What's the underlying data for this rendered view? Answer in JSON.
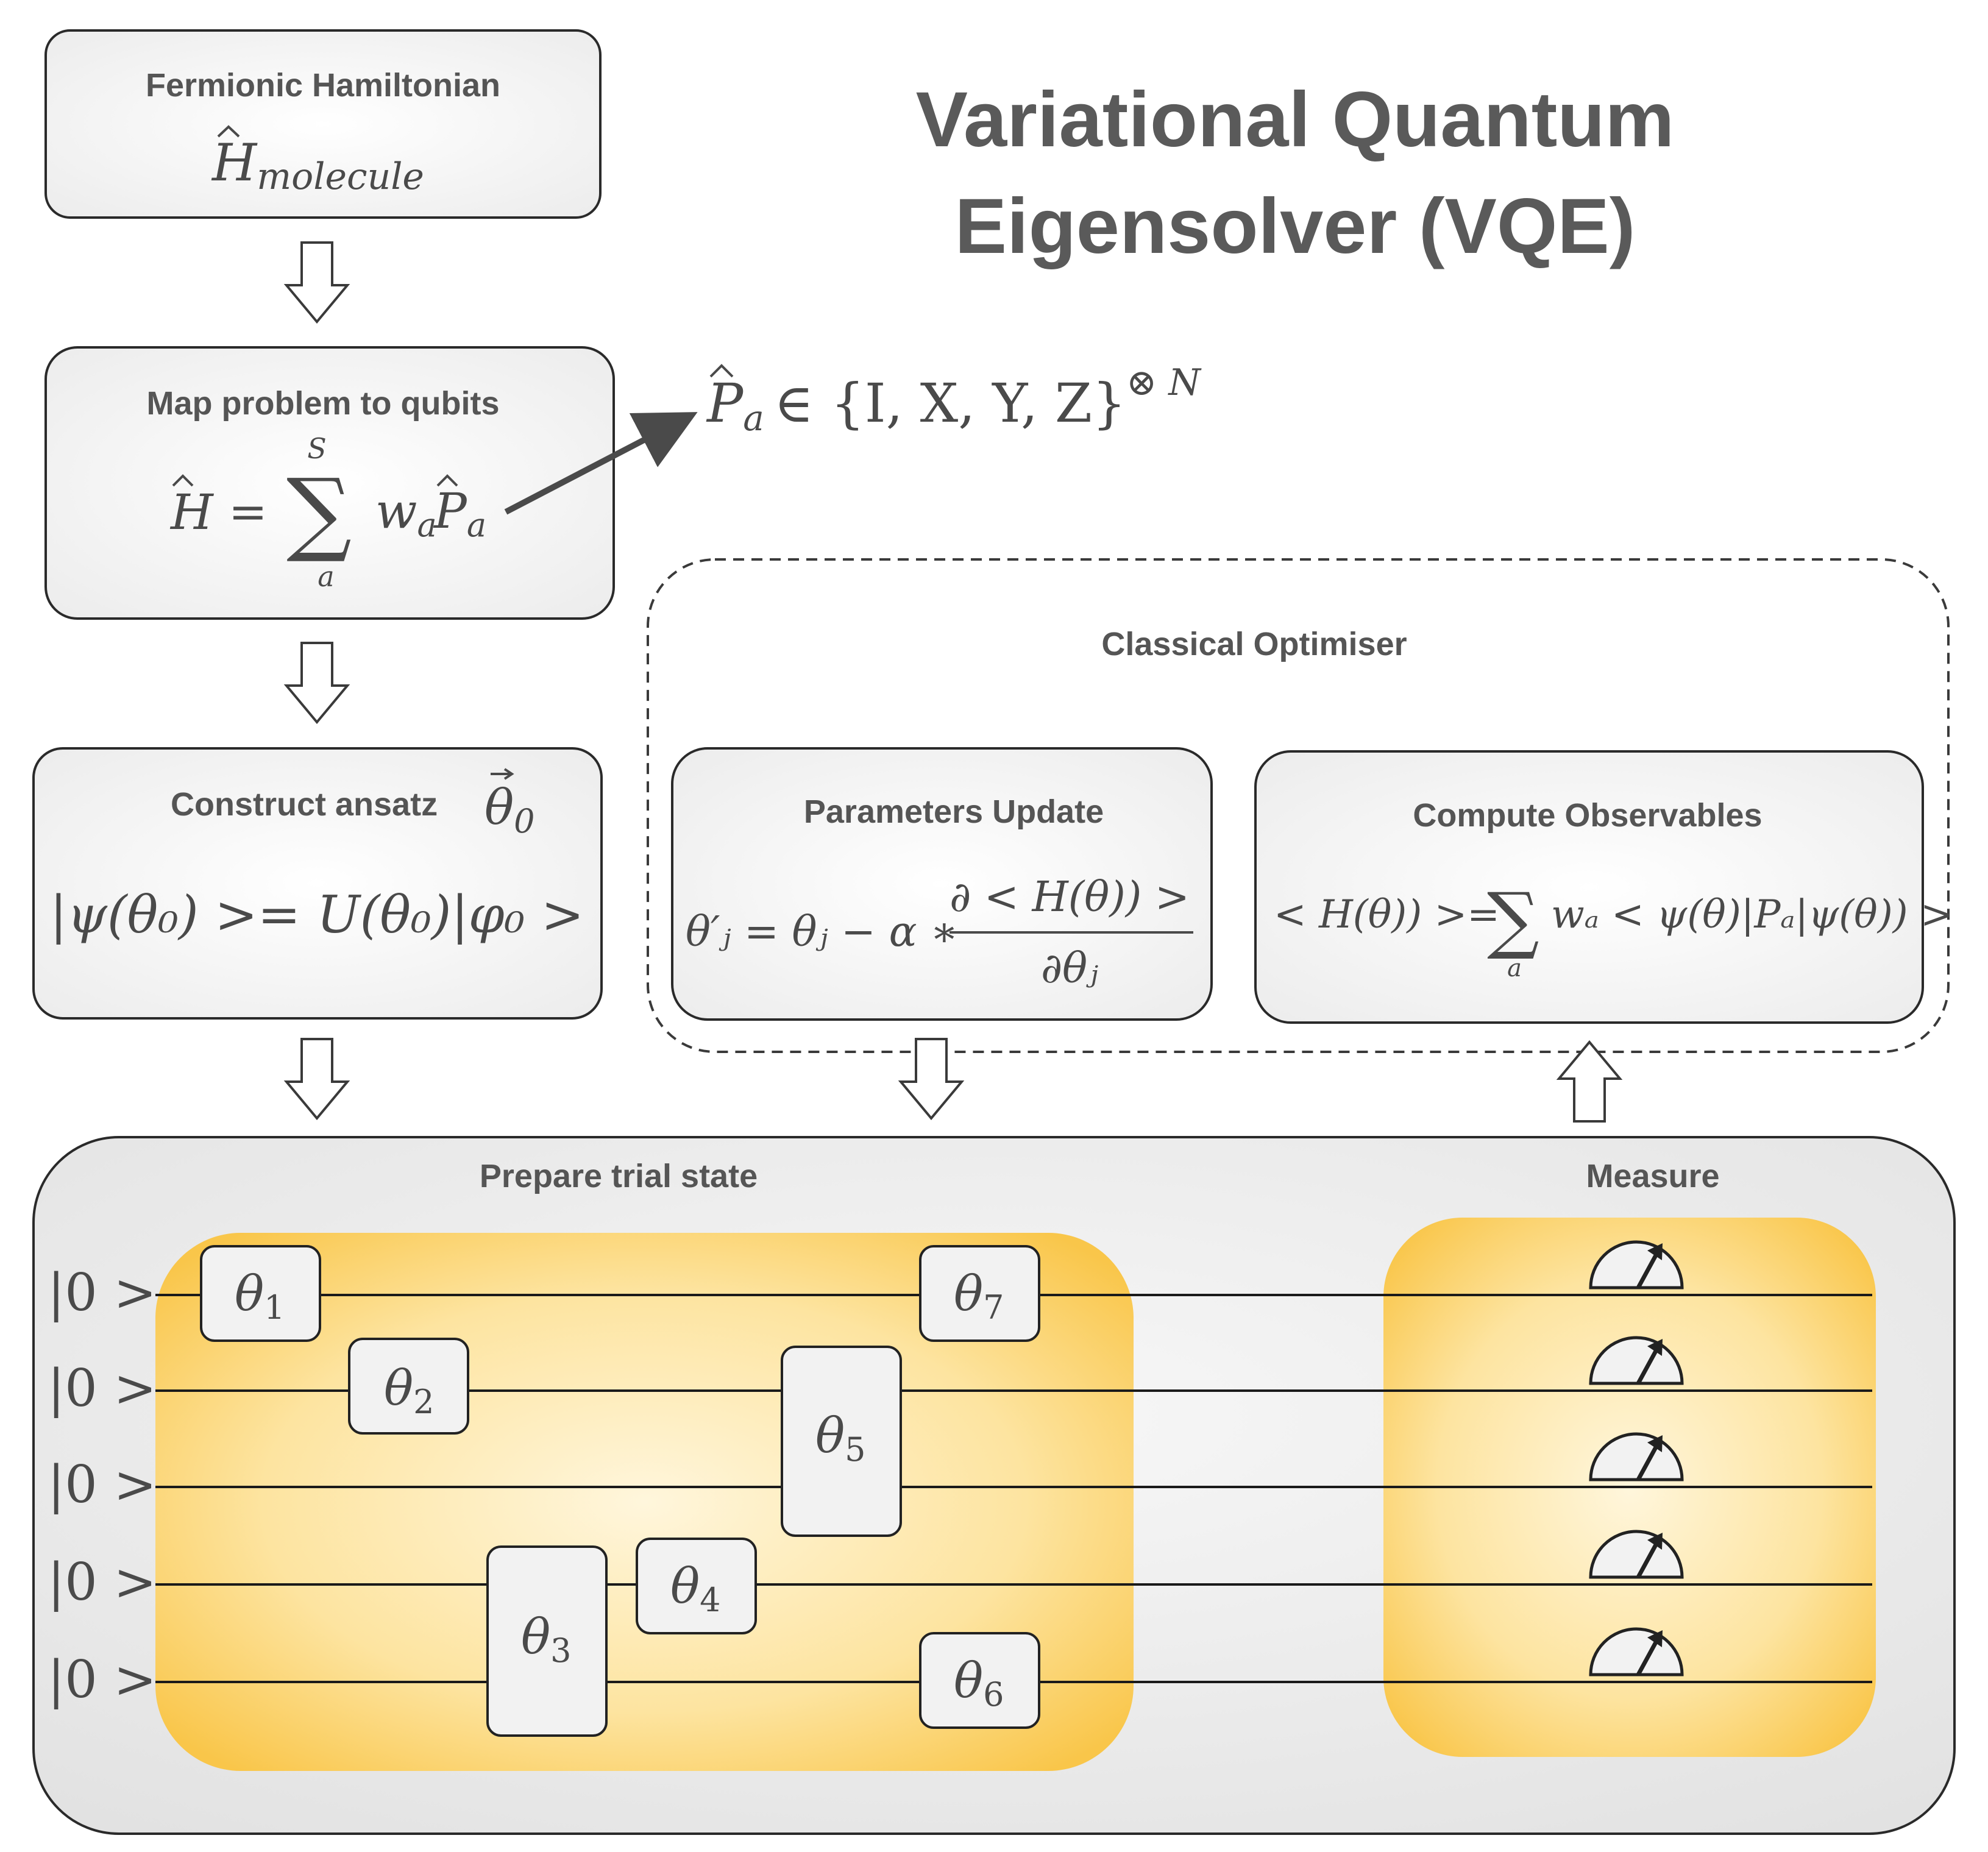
{
  "title": {
    "line1": "Variational Quantum",
    "line2": "Eigensolver (VQE)"
  },
  "boxes": {
    "fermionic": {
      "label": "Fermionic Hamiltonian",
      "formula_H": "H",
      "formula_sub": "molecule"
    },
    "map": {
      "label": "Map problem to qubits",
      "formula_H": "H",
      "eq": "=",
      "sum_top": "S",
      "sum_bottom": "a",
      "w": "w",
      "w_sub": "a",
      "P": "P",
      "P_sub": "a"
    },
    "ansatz": {
      "label": "Construct ansatz",
      "theta": "θ",
      "theta_sub": "0",
      "formula": "|ψ(θ₀) >= U(θ₀)|φ₀ >"
    },
    "params": {
      "label": "Parameters Update",
      "lhs": "θ′ⱼ = θⱼ − α ∗",
      "numerator": "∂ < H(θ)) >",
      "denominator": "∂θⱼ"
    },
    "observables": {
      "label": "Compute Observables",
      "lhs": "< H(θ)) >=",
      "sum_bottom": "a",
      "rhs": "wₐ < ψ(θ)|Pₐ|ψ(θ)) >"
    }
  },
  "pauli": {
    "P": "P",
    "P_sub": "a",
    "set": "∈ {I, X, Y, Z}",
    "exp": "⊗ N"
  },
  "optimiser": {
    "label": "Classical Optimiser"
  },
  "circuit": {
    "prepare_label": "Prepare trial state",
    "measure_label": "Measure",
    "input_state": "|0 >",
    "gates": [
      {
        "sym": "θ",
        "sub": "1"
      },
      {
        "sym": "θ",
        "sub": "2"
      },
      {
        "sym": "θ",
        "sub": "3"
      },
      {
        "sym": "θ",
        "sub": "4"
      },
      {
        "sym": "θ",
        "sub": "5"
      },
      {
        "sym": "θ",
        "sub": "6"
      },
      {
        "sym": "θ",
        "sub": "7"
      }
    ]
  },
  "colors": {
    "accent": "#f9c64a",
    "panel": "#e9e9e9",
    "box_stroke": "#2a2a2a",
    "text": "#555555"
  },
  "icons": [
    "meter-icon",
    "down-arrow-icon",
    "up-arrow-icon",
    "pointer-arrow-icon"
  ]
}
